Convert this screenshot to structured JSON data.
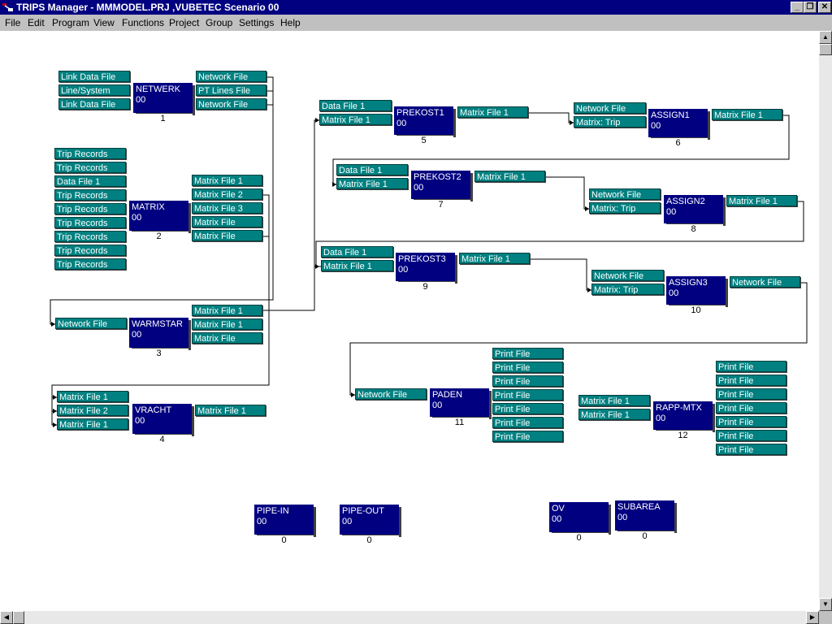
{
  "window": {
    "title": "TRIPS Manager - MMMODEL.PRJ ,VUBETEC Scenario 00"
  },
  "menu": [
    "File",
    "Edit",
    "Program",
    "View",
    "Functions",
    "Project",
    "Group",
    "Settings",
    "Help"
  ],
  "modules": [
    {
      "name": "NETWERK",
      "code": "00",
      "num": "1"
    },
    {
      "name": "MATRIX",
      "code": "00",
      "num": "2"
    },
    {
      "name": "WARMSTAR",
      "code": "00",
      "num": "3"
    },
    {
      "name": "VRACHT",
      "code": "00",
      "num": "4"
    },
    {
      "name": "PREKOST1",
      "code": "00",
      "num": "5"
    },
    {
      "name": "ASSIGN1",
      "code": "00",
      "num": "6"
    },
    {
      "name": "PREKOST2",
      "code": "00",
      "num": "7"
    },
    {
      "name": "ASSIGN2",
      "code": "00",
      "num": "8"
    },
    {
      "name": "PREKOST3",
      "code": "00",
      "num": "9"
    },
    {
      "name": "ASSIGN3",
      "code": "00",
      "num": "10"
    },
    {
      "name": "PADEN",
      "code": "00",
      "num": "11"
    },
    {
      "name": "RAPP-MTX",
      "code": "00",
      "num": "12"
    },
    {
      "name": "PIPE-IN",
      "code": "00",
      "num": "0"
    },
    {
      "name": "PIPE-OUT",
      "code": "00",
      "num": "0"
    },
    {
      "name": "OV",
      "code": "00",
      "num": "0"
    },
    {
      "name": "SUBAREA",
      "code": "00",
      "num": "0"
    }
  ],
  "files": {
    "netwerk_in": [
      "Link Data File",
      "Line/System",
      "Link Data File"
    ],
    "netwerk_out": [
      "Network File",
      "PT Lines File",
      "Network File"
    ],
    "matrix_in": [
      "Trip Records",
      "Trip Records",
      "Data File 1",
      "Trip Records",
      "Trip Records",
      "Trip Records",
      "Trip Records",
      "Trip Records",
      "Trip Records"
    ],
    "matrix_out": [
      "Matrix File 1",
      "Matrix File 2",
      "Matrix File 3",
      "Matrix File",
      "Matrix File"
    ],
    "warmstar_in": [
      "Network File"
    ],
    "warmstar_out": [
      "Matrix File 1",
      "Matrix File 1",
      "Matrix File"
    ],
    "vracht_in": [
      "Matrix File 1",
      "Matrix File 2",
      "Matrix File 1"
    ],
    "vracht_out": [
      "Matrix File 1"
    ],
    "prekost1_in": [
      "Data File 1",
      "Matrix File 1"
    ],
    "prekost1_out": [
      "Matrix File 1"
    ],
    "assign1_in": [
      "Network File",
      "Matrix: Trip"
    ],
    "assign1_out": [
      "Matrix File 1"
    ],
    "prekost2_in": [
      "Data File 1",
      "Matrix File 1"
    ],
    "prekost2_out": [
      "Matrix File 1"
    ],
    "assign2_in": [
      "Network File",
      "Matrix: Trip"
    ],
    "assign2_out": [
      "Matrix File 1"
    ],
    "prekost3_in": [
      "Data File 1",
      "Matrix File 1"
    ],
    "prekost3_out": [
      "Matrix File 1"
    ],
    "assign3_in": [
      "Network File",
      "Matrix: Trip"
    ],
    "assign3_out": [
      "Network File"
    ],
    "paden_in": [
      "Network File"
    ],
    "paden_out": [
      "Print File",
      "Print File",
      "Print File",
      "Print File",
      "Print File",
      "Print File",
      "Print File"
    ],
    "rapp_in": [
      "Matrix File 1",
      "Matrix File 1"
    ],
    "rapp_out": [
      "Print File",
      "Print File",
      "Print File",
      "Print File",
      "Print File",
      "Print File",
      "Print File"
    ]
  },
  "colors": {
    "titlebar": "#000080",
    "module": "#000080",
    "file": "#008080",
    "canvas": "#ffffff"
  }
}
